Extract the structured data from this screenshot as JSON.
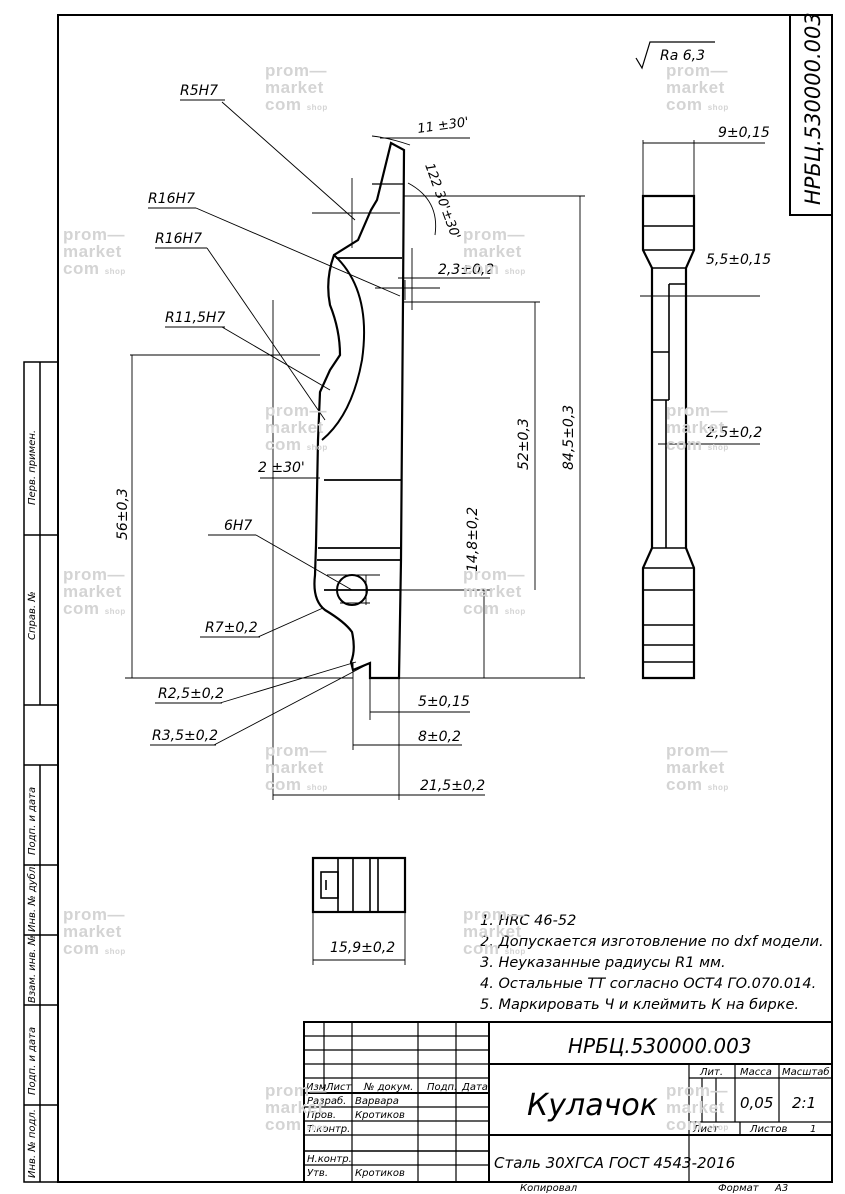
{
  "drawing": {
    "number": "НРБЦ.530000.003",
    "roughness": "Ra 6,3",
    "part_name": "Кулачок",
    "material": "Сталь 30ХГСА  ГОСТ 4543-2016"
  },
  "dimensions": {
    "r5": "R5H7",
    "r16a": "R16H7",
    "r16b": "R16H7",
    "r115": "R11,5H7",
    "angle_top": "11 ±30'",
    "angle_122": "122 30'±30'",
    "d23": "2,3±0,2",
    "d52": "52±0,3",
    "d845": "84,5±0,3",
    "d56": "56±0,3",
    "angle_2": "2 ±30'",
    "h6": "6H7",
    "d148": "14,8±0,2",
    "r7": "R7±0,2",
    "r25": "R2,5±0,2",
    "r35": "R3,5±0,2",
    "d5": "5±0,15",
    "d8": "8±0,2",
    "d215": "21,5±0,2",
    "d9": "9±0,15",
    "d55": "5,5±0,15",
    "d25": "2,5±0,2",
    "d159": "15,9±0,2"
  },
  "notes": [
    "1. HRC 46-52",
    "2. Допускается изготовление по dxf модели.",
    "3. Неуказанные радиусы R1 мм.",
    "4. Остальные ТТ согласно ОСТ4 ГО.070.014.",
    "5. Маркировать Ч и клеймить К на бирке."
  ],
  "left_strip": [
    "Перв. примен.",
    "Справ. №",
    "Подп. и дата",
    "Инв. № дубл.",
    "Взам. инв. №",
    "Подп. и дата",
    "Инв. № подл."
  ],
  "title_block": {
    "headers": [
      "Изм",
      "Лист",
      "№ докум.",
      "Подп.",
      "Дата"
    ],
    "roles": [
      "Разраб.",
      "Пров.",
      "Т.контр.",
      "",
      "Н.контр.",
      "Утв."
    ],
    "names": [
      "Варвара",
      "Кротиков",
      "",
      "",
      "",
      "Кротиков"
    ],
    "lit_label": "Лит.",
    "mass_label": "Масса",
    "scale_label": "Масштаб",
    "mass": "0,05",
    "scale": "2:1",
    "sheet_label": "Лист",
    "sheets_label": "Листов",
    "sheets": "1",
    "copied": "Копировал",
    "format_label": "Формат",
    "format": "А3"
  },
  "watermark": {
    "l1": "prom—",
    "l2": "market",
    "l3": "com",
    "shop": "shop"
  }
}
